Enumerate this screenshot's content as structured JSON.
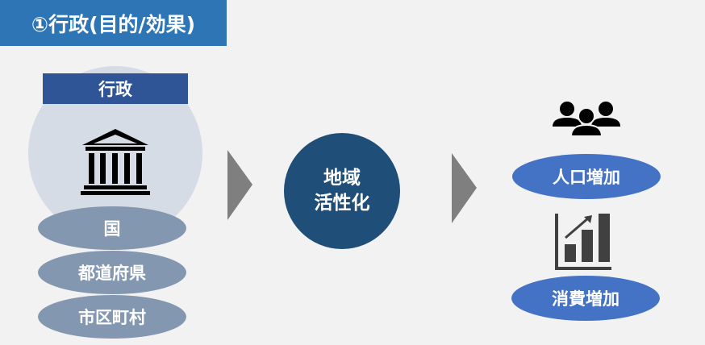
{
  "title": "①行政(目的/効果)",
  "government": {
    "label": "行政",
    "icon": "government-building-icon",
    "levels": [
      "国",
      "都道府県",
      "市区町村"
    ]
  },
  "center": {
    "line1": "地域",
    "line2": "活性化"
  },
  "effects": [
    {
      "label": "人口増加",
      "icon": "people-group-icon"
    },
    {
      "label": "消費増加",
      "icon": "growth-chart-icon"
    }
  ],
  "colors": {
    "title": "#2e75b6",
    "gov_label": "#2f5597",
    "circle": "#d6dce5",
    "levels": "#8497b0",
    "center": "#1f4e79",
    "effects": "#4472c4",
    "arrow": "#7f7f7f"
  }
}
